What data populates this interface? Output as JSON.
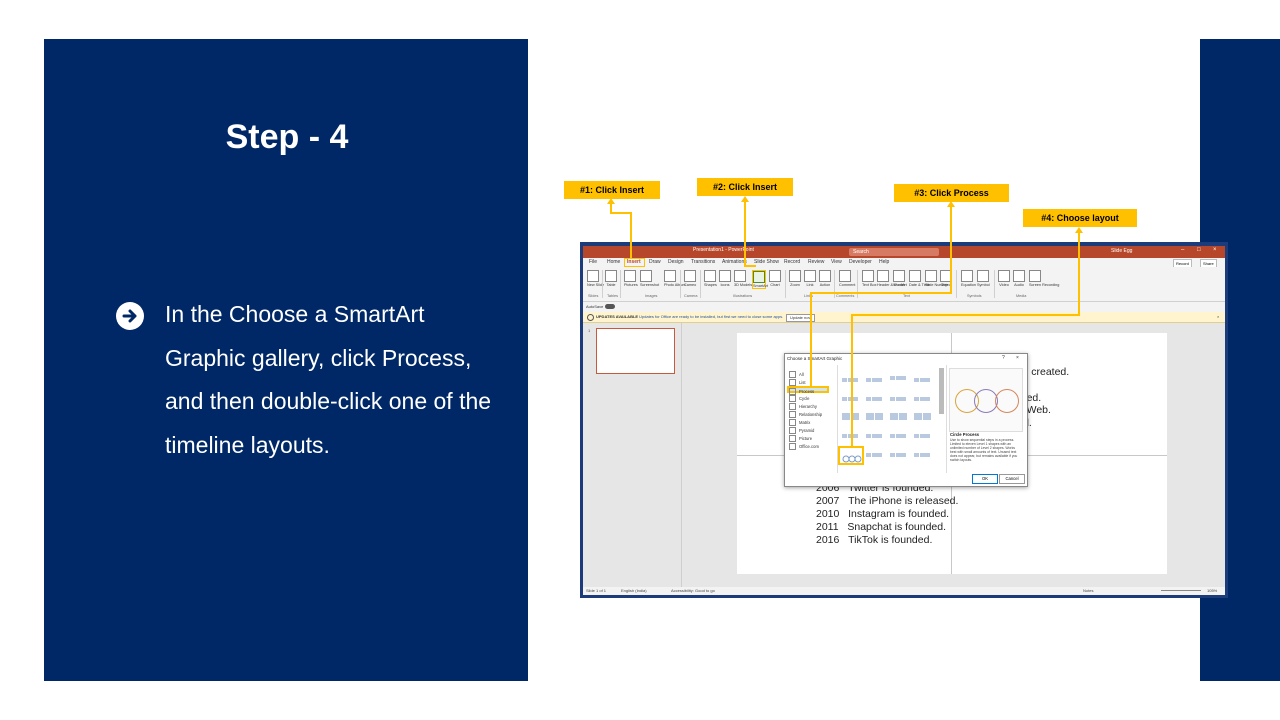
{
  "slide": {
    "title": "Step - 4",
    "bullet_text": "In the Choose a SmartArt Graphic gallery, click Process, and then double-click one of the timeline layouts."
  },
  "callouts": [
    "#1: Click Insert",
    "#2: Click Insert",
    "#3: Click Process",
    "#4: Choose layout"
  ],
  "colors": {
    "panel": "#002866",
    "callout": "#ffc000",
    "ppt_accent": "#b7472a"
  },
  "ppt": {
    "window_title": "Presentation1 - PowerPoint",
    "search_placeholder": "Search",
    "user": "Slide Egg",
    "tabs": [
      "File",
      "Home",
      "Insert",
      "Draw",
      "Design",
      "Transitions",
      "Animations",
      "Slide Show",
      "Record",
      "Review",
      "View",
      "Developer",
      "Help"
    ],
    "record_btn": "Record",
    "share_btn": "Share",
    "ribbon_buttons": [
      "New Slide",
      "Table",
      "Pictures",
      "Screenshot",
      "Photo Album",
      "Cameo",
      "Shapes",
      "Icons",
      "3D Models",
      "SmartArt",
      "Chart",
      "Zoom",
      "Link",
      "Action",
      "Comment",
      "Text Box",
      "Header & Footer",
      "WordArt",
      "Date & Time",
      "Slide Number",
      "Object",
      "Equation",
      "Symbol",
      "Video",
      "Audio",
      "Screen Recording"
    ],
    "ribbon_groups": [
      "Slides",
      "Tables",
      "Images",
      "Camera",
      "Illustrations",
      "Links",
      "Comments",
      "Text",
      "Symbols",
      "Media"
    ],
    "autosave": "AutoSave",
    "infobar_label": "UPDATES AVAILABLE",
    "infobar_text": "Updates for Office are ready to be installed, but first we need to close some apps.",
    "infobar_button": "Update now",
    "thumb_number": "1",
    "timeline_rows": [
      {
        "year": "2006",
        "event": "Twitter is founded."
      },
      {
        "year": "2007",
        "event": "The iPhone is released."
      },
      {
        "year": "2010",
        "event": "Instagram is founded."
      },
      {
        "year": "2011",
        "event": "Snapchat is founded."
      },
      {
        "year": "2016",
        "event": "TikTok is founded."
      }
    ],
    "partial_lines": [
      "t, is created.",
      "eated.",
      "de Web.",
      "sed."
    ],
    "status": {
      "slide": "Slide 1 of 1",
      "language": "English (India)",
      "accessibility": "Accessibility: Good to go",
      "notes": "Notes",
      "zoom": "105%"
    }
  },
  "dialog": {
    "title": "Choose a SmartArt Graphic",
    "help": "?",
    "close": "×",
    "categories": [
      "All",
      "List",
      "Process",
      "Cycle",
      "Hierarchy",
      "Relationship",
      "Matrix",
      "Pyramid",
      "Picture",
      "Office.com"
    ],
    "selected_category": "Process",
    "preview_title": "Circle Process",
    "preview_desc": "Use to show sequential steps in a process. Limited to eleven Level 1 shapes with an unlimited number of Level 2 shapes. Works best with small amounts of text. Unused text does not appear, but remains available if you switch layouts.",
    "ok": "OK",
    "cancel": "Cancel"
  }
}
